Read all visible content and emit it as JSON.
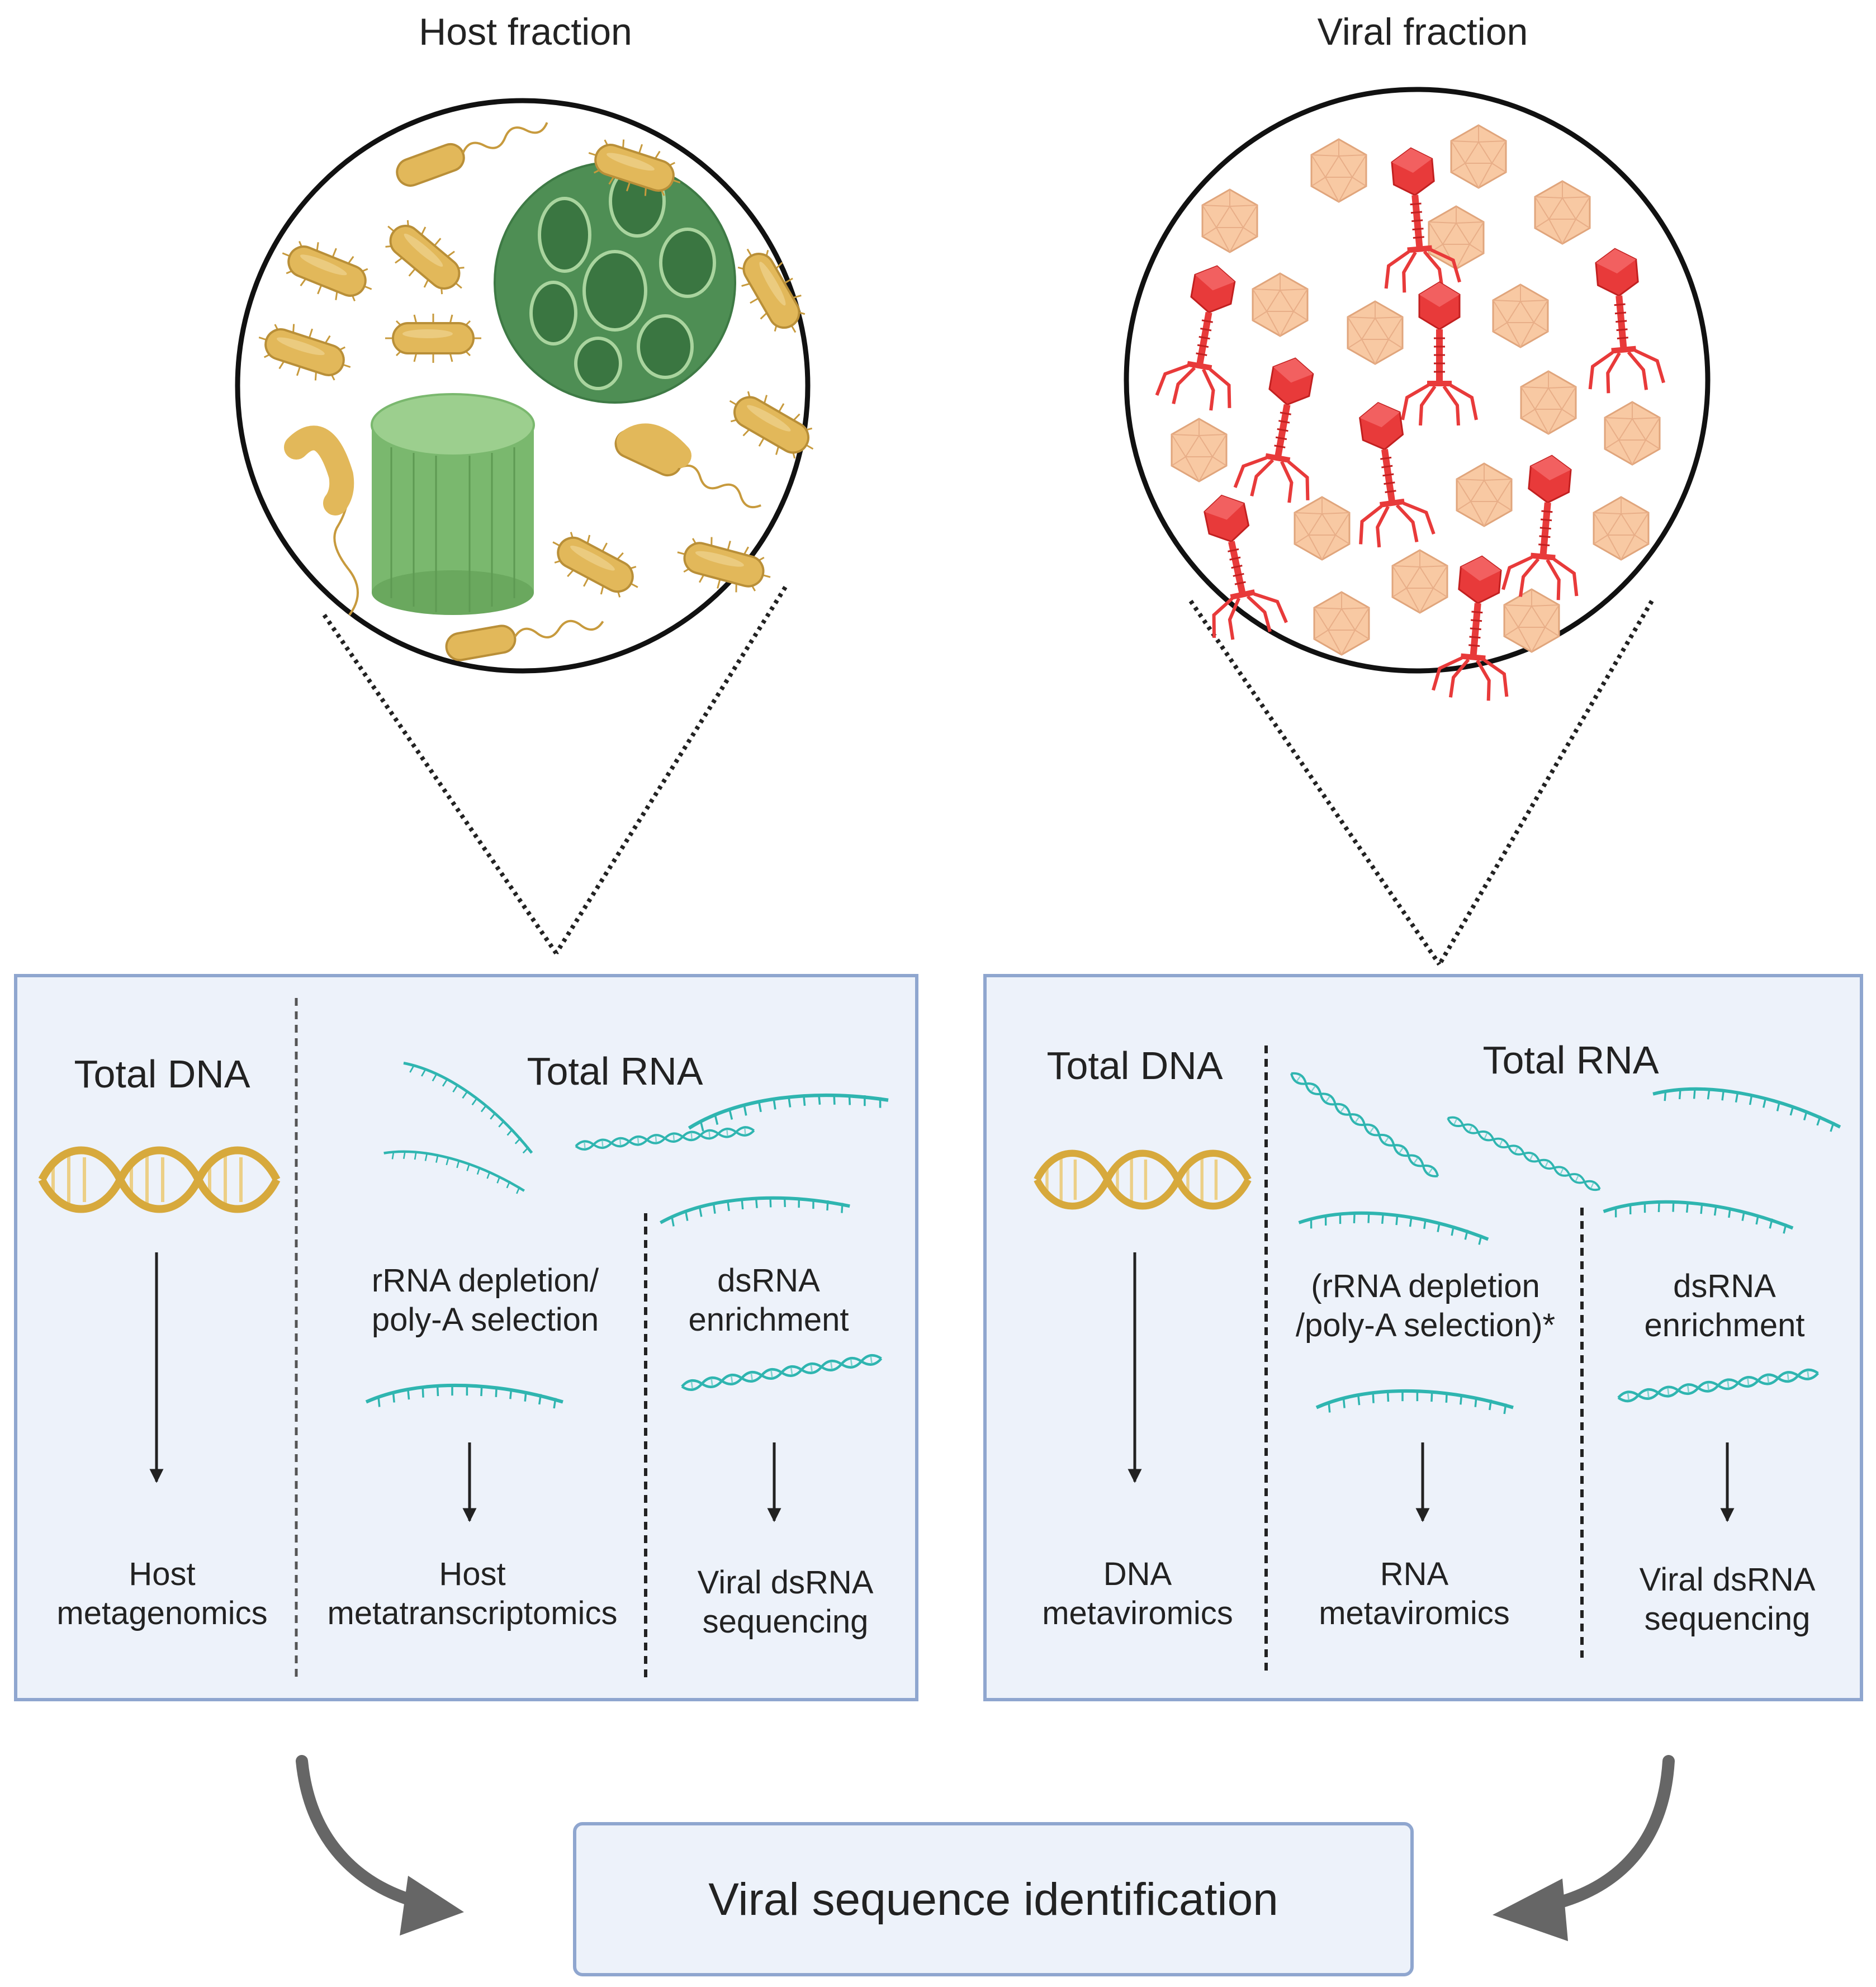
{
  "colors": {
    "panel_fill": "#edf2fa",
    "panel_border": "#8fa6cf",
    "bacteria": "#e2b85a",
    "algae_green": "#79b56e",
    "phage_red": "#e83a3a",
    "virion_peach": "#f8c9a3",
    "rna_teal": "#2fb5b0",
    "dna_gold": "#d7a93c",
    "arrow_grey": "#666666"
  },
  "top": {
    "host_title": "Host fraction",
    "viral_title": "Viral fraction"
  },
  "host_panel": {
    "dna_title": "Total DNA",
    "rna_title": "Total RNA",
    "step_rrna_1": "rRNA depletion/",
    "step_rrna_2": "poly-A selection",
    "step_ds_1": "dsRNA",
    "step_ds_2": "enrichment",
    "out_meta_1": "Host",
    "out_meta_2": "metagenomics",
    "out_mt_1": "Host",
    "out_mt_2": "metatranscriptomics",
    "out_ds_1": "Viral dsRNA",
    "out_ds_2": "sequencing"
  },
  "viral_panel": {
    "dna_title": "Total DNA",
    "rna_title": "Total RNA",
    "step_rrna_1": "(rRNA depletion",
    "step_rrna_2": "/poly-A selection)*",
    "step_ds_1": "dsRNA",
    "step_ds_2": "enrichment",
    "out_dna_1": "DNA",
    "out_dna_2": "metaviromics",
    "out_rna_1": "RNA",
    "out_rna_2": "metaviromics",
    "out_ds_1": "Viral dsRNA",
    "out_ds_2": "sequencing"
  },
  "final_box": "Viral sequence identification"
}
